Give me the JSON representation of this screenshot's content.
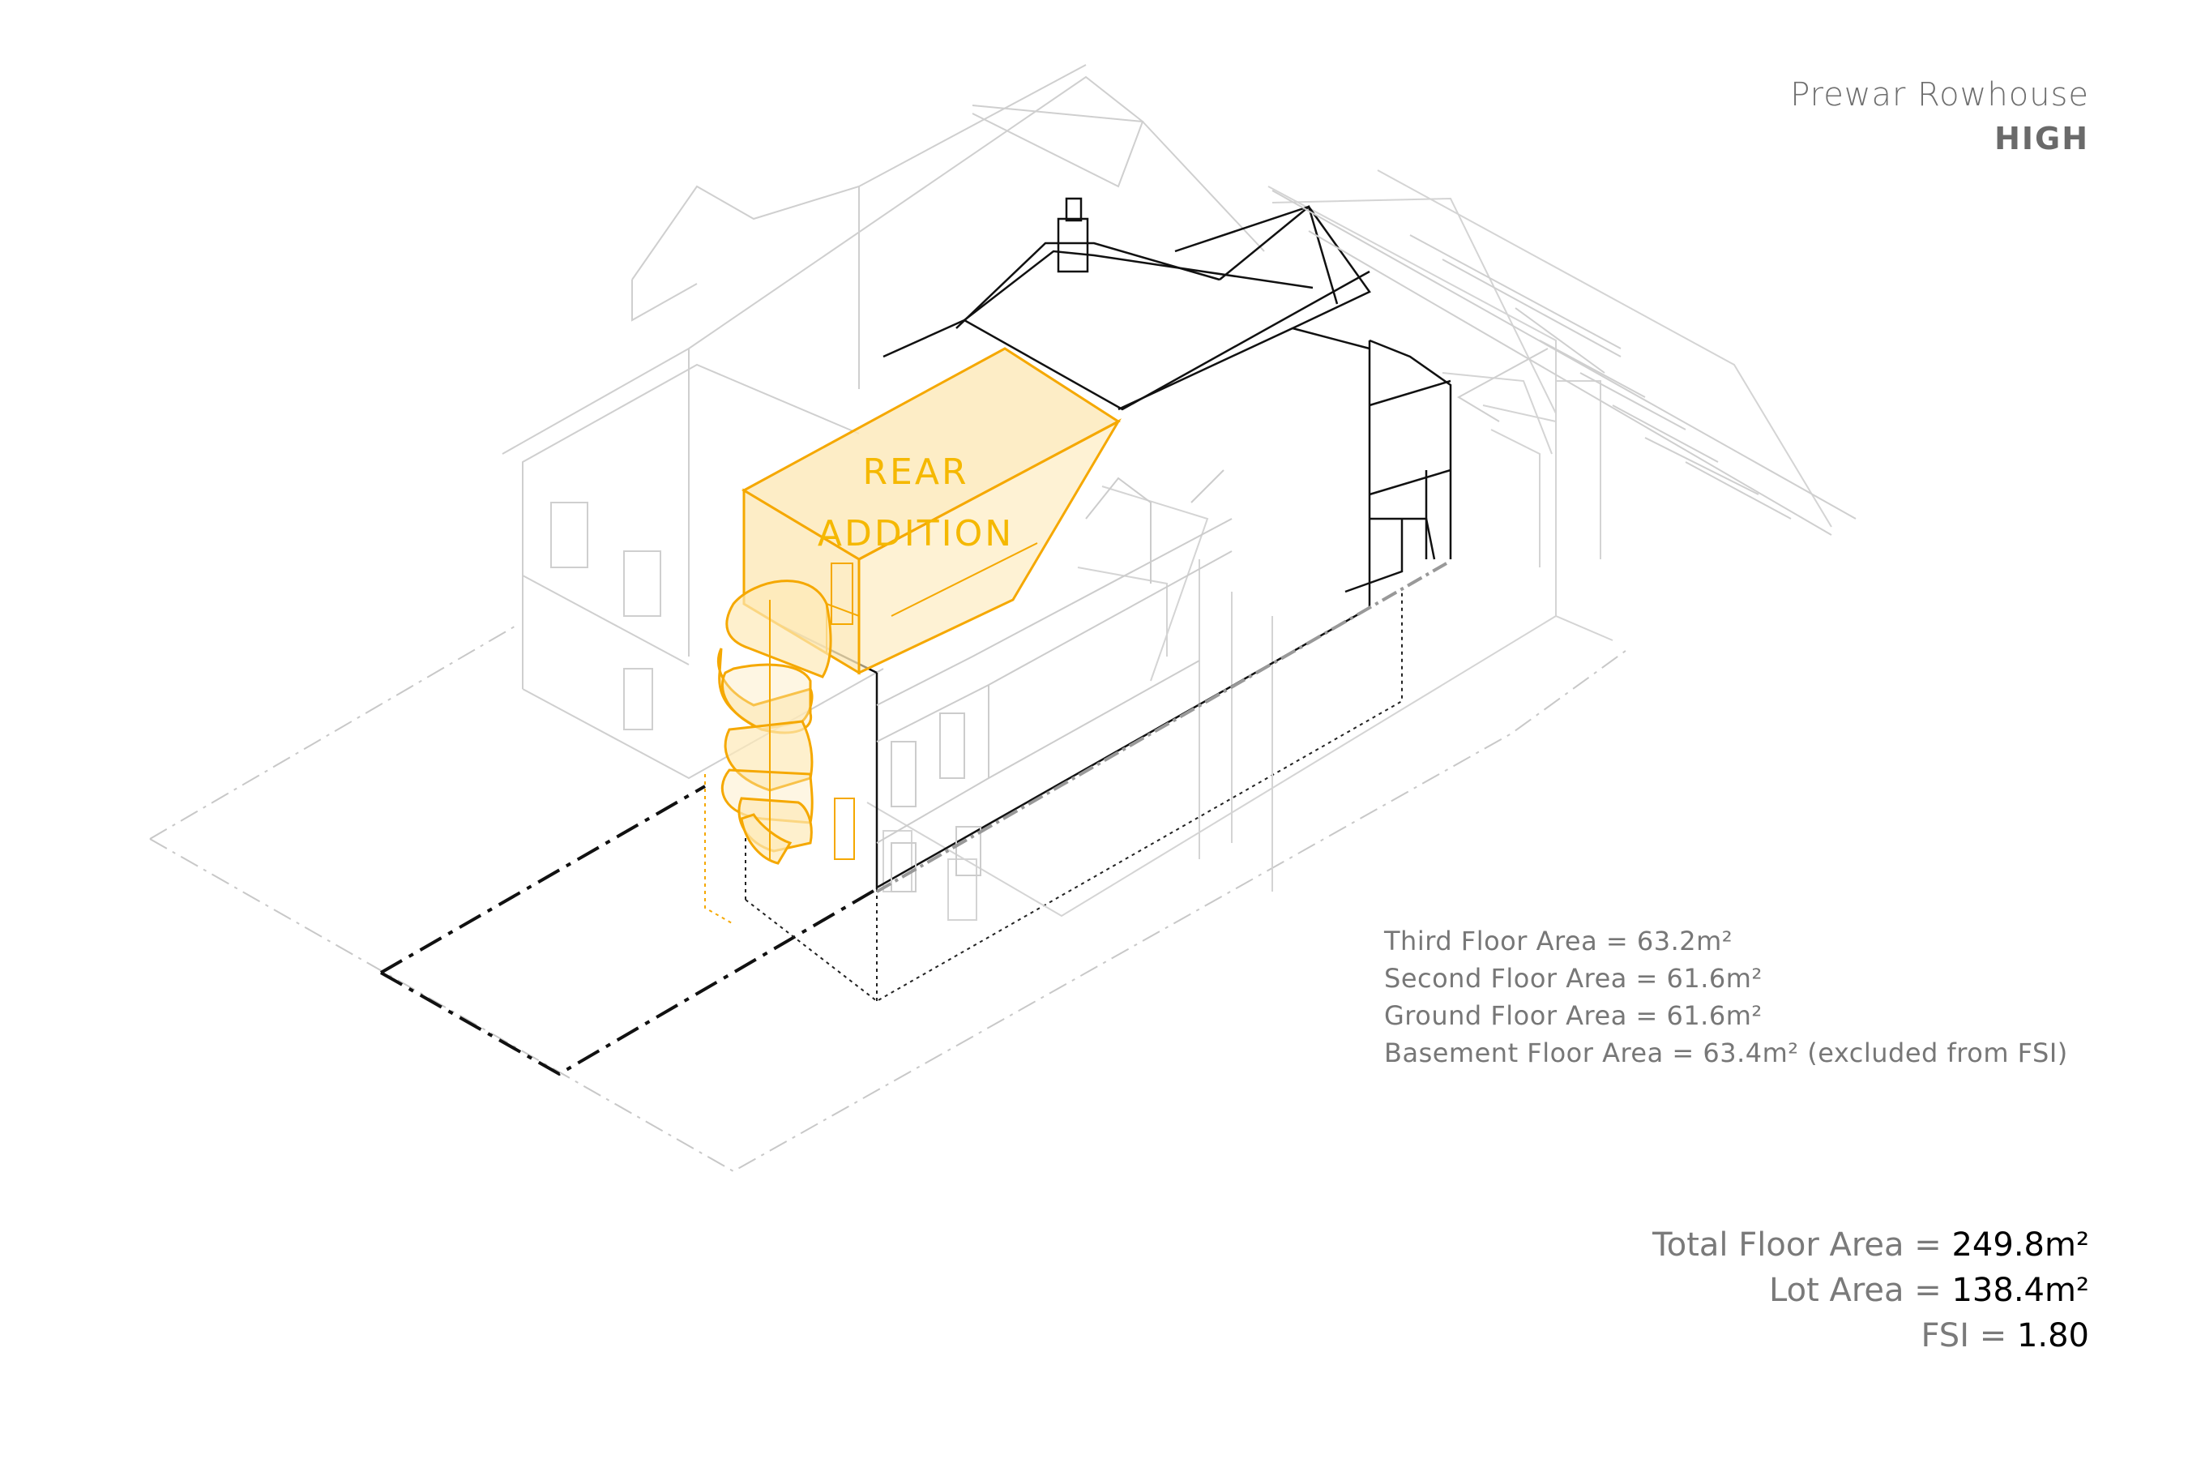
{
  "header": {
    "title": "Prewar Rowhouse",
    "level": "HIGH"
  },
  "addition": {
    "line1": "REAR",
    "line2": "ADDITION",
    "color": "#f5a800"
  },
  "floor_areas": [
    {
      "label": "Third Floor Area = 63.2m²"
    },
    {
      "label": "Second Floor Area = 61.6m²"
    },
    {
      "label": "Ground Floor Area = 61.6m²"
    },
    {
      "label": "Basement Floor Area = 63.4m² (excluded from FSI)"
    }
  ],
  "totals": {
    "total_floor_area_label": "Total Floor Area = ",
    "total_floor_area_value": "249.8m²",
    "lot_area_label": "Lot Area = ",
    "lot_area_value": "138.4m²",
    "fsi_label": "FSI = ",
    "fsi_value": "1.80"
  },
  "colors": {
    "accent": "#f5a800",
    "accent_fill": "#fde9b8",
    "text_grey": "#777777",
    "line_light": "#d0d0d0",
    "line_dark": "#111111"
  }
}
